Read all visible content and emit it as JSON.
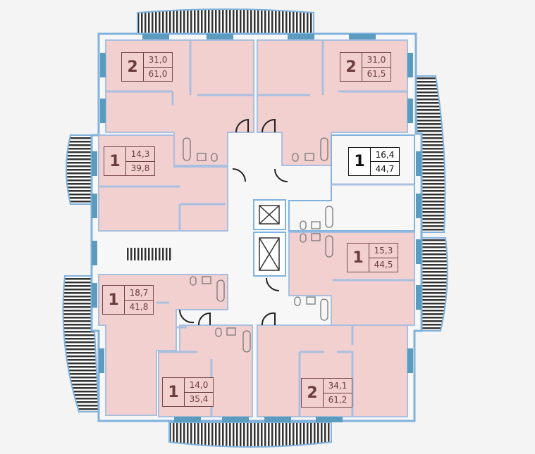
{
  "floor_plan": {
    "colors": {
      "apartment": "#f2d0d0",
      "selected": "#ffffff",
      "wall": "#7fb2dd",
      "window": "#5b9bbd",
      "background": "#f4f4f5"
    },
    "apartments": [
      {
        "id": "top-left",
        "rooms": "2",
        "living_area": "31,0",
        "total_area": "61,0"
      },
      {
        "id": "top-right",
        "rooms": "2",
        "living_area": "31,0",
        "total_area": "61,5"
      },
      {
        "id": "left-upper",
        "rooms": "1",
        "living_area": "14,3",
        "total_area": "39,8"
      },
      {
        "id": "right-upper",
        "rooms": "1",
        "living_area": "16,4",
        "total_area": "44,7",
        "selected": true
      },
      {
        "id": "right-middle",
        "rooms": "1",
        "living_area": "15,3",
        "total_area": "44,5"
      },
      {
        "id": "left-lower",
        "rooms": "1",
        "living_area": "18,7",
        "total_area": "41,8"
      },
      {
        "id": "bottom-left",
        "rooms": "1",
        "living_area": "14,0",
        "total_area": "35,4"
      },
      {
        "id": "bottom-right",
        "rooms": "2",
        "living_area": "34,1",
        "total_area": "61,2"
      }
    ]
  }
}
